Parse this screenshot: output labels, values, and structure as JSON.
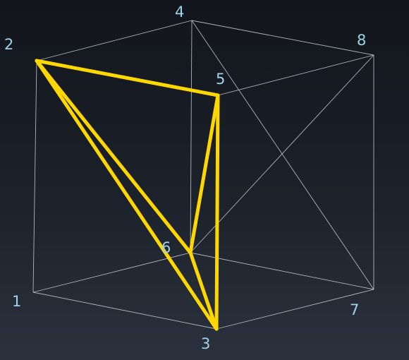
{
  "diagram": {
    "vertex_labels": {
      "v1": "1",
      "v2": "2",
      "v3": "3",
      "v4": "4",
      "v5": "5",
      "v6": "6",
      "v7": "7",
      "v8": "8"
    },
    "colors": {
      "background_top": "#12151b",
      "background_bottom": "#2b323d",
      "cube_edges": "#c9ced6",
      "highlight": "#ffd700",
      "labels": "#9fd3ea"
    }
  }
}
